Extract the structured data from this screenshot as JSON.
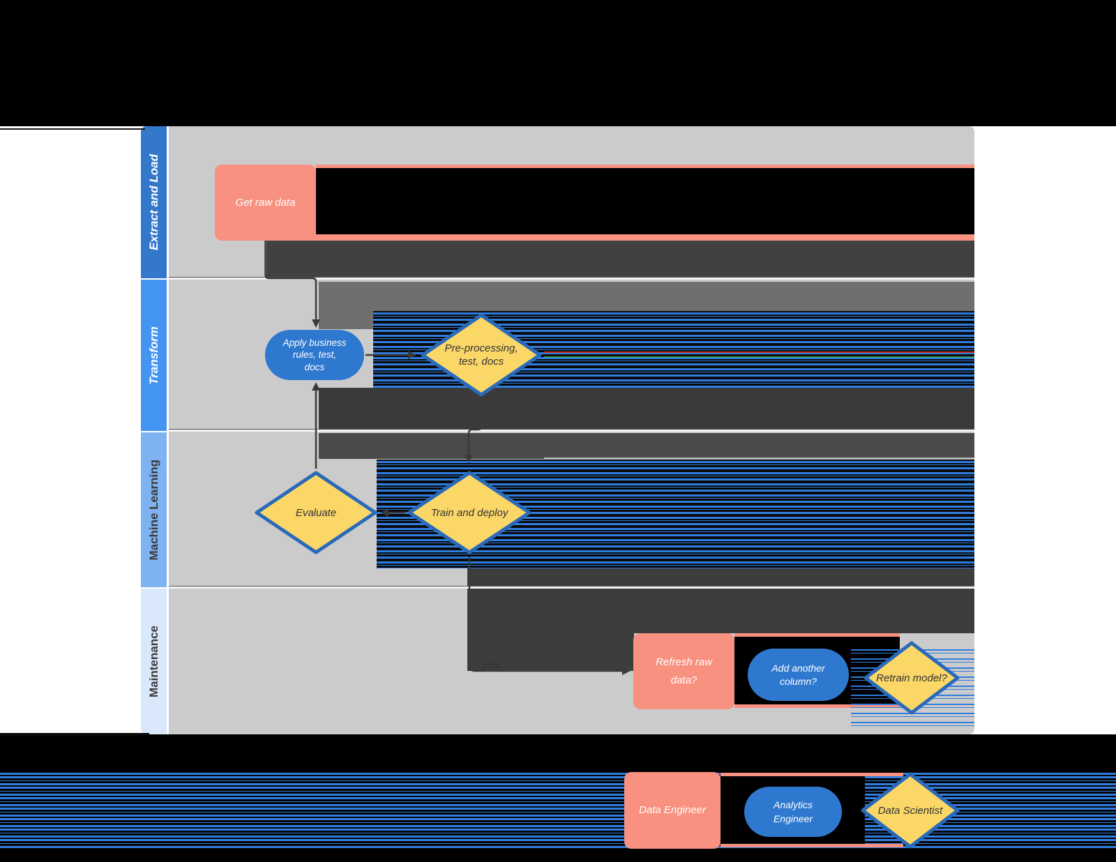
{
  "diagram": {
    "lanes": [
      {
        "label": "Extract and Load"
      },
      {
        "label": "Transform"
      },
      {
        "label": "Machine Learning"
      },
      {
        "label": "Maintenance"
      }
    ],
    "nodes": {
      "get_raw_data": {
        "label": "Get raw data"
      },
      "apply_business_rules": {
        "line1": "Apply business",
        "line2": "rules, test,",
        "line3": "docs"
      },
      "pre_processing": {
        "line1": "Pre-processing,",
        "line2": "test, docs"
      },
      "evaluate": {
        "label": "Evaluate"
      },
      "train_and_deploy": {
        "label": "Train and deploy"
      },
      "refresh_raw_data": {
        "line1": "Refresh raw",
        "line2": "data?"
      },
      "add_another_column": {
        "line1": "Add another",
        "line2": "column?"
      },
      "retrain_model": {
        "label": "Retrain model?"
      }
    },
    "edge_labels": {
      "train_to_refresh": "???"
    },
    "legend": {
      "data_engineer": {
        "label": "Data Engineer"
      },
      "analytics_engineer": {
        "line1": "Analytics",
        "line2": "Engineer"
      },
      "data_scientist": {
        "label": "Data Scientist"
      }
    },
    "colors": {
      "process_fill": "#f8917f",
      "pill_fill": "#2e78cf",
      "decision_fill": "#fbd768",
      "decision_border": "#2a6ab8",
      "lane_extract": "#3478cc",
      "lane_transform": "#4495f2",
      "lane_machine_learning": "#7fb2f0",
      "lane_maintenance": "#d9e8fb",
      "canvas": "#cbcbcb",
      "connector": "#3b3b3b",
      "glitch_blue": "#2f7de1"
    }
  }
}
